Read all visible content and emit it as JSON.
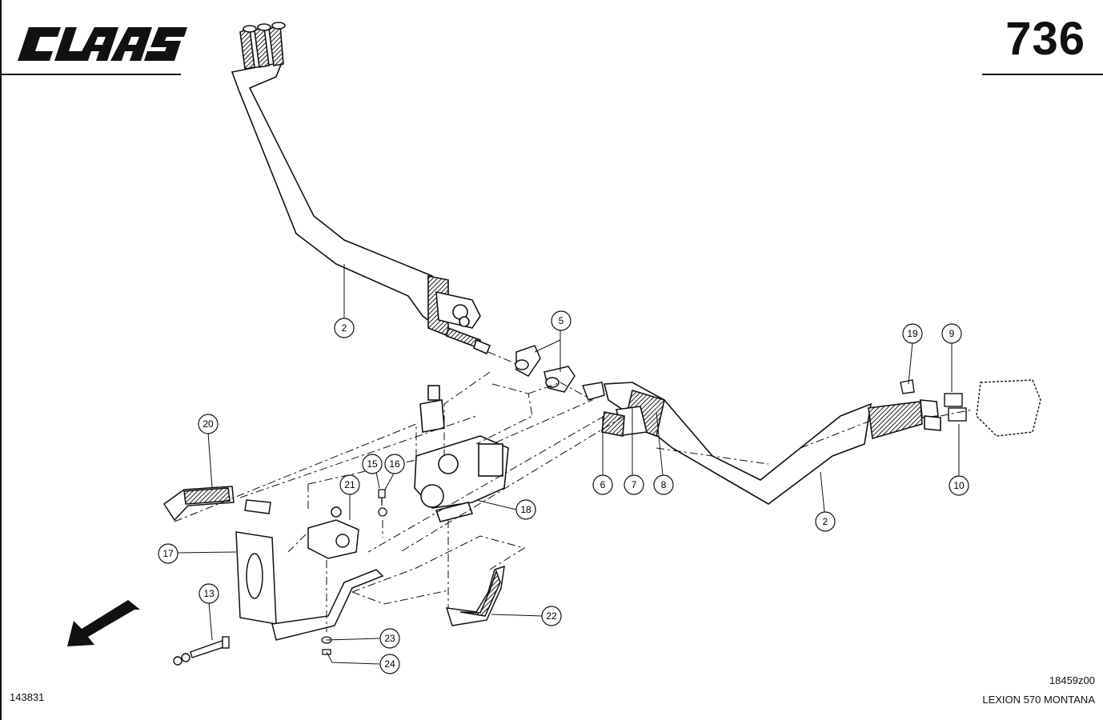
{
  "header": {
    "brand_logo_text": "CLAAS",
    "page_number": "736"
  },
  "footer": {
    "drawing_id": "143831",
    "part_code": "18459z00",
    "model": "LEXION 570 MONTANA"
  },
  "callouts": [
    {
      "id": "callout-2a",
      "label": "2"
    },
    {
      "id": "callout-2b",
      "label": "2"
    },
    {
      "id": "callout-5",
      "label": "5"
    },
    {
      "id": "callout-6",
      "label": "6"
    },
    {
      "id": "callout-7",
      "label": "7"
    },
    {
      "id": "callout-8",
      "label": "8"
    },
    {
      "id": "callout-9",
      "label": "9"
    },
    {
      "id": "callout-10",
      "label": "10"
    },
    {
      "id": "callout-13",
      "label": "13"
    },
    {
      "id": "callout-15",
      "label": "15"
    },
    {
      "id": "callout-16",
      "label": "16"
    },
    {
      "id": "callout-17",
      "label": "17"
    },
    {
      "id": "callout-18",
      "label": "18"
    },
    {
      "id": "callout-19",
      "label": "19"
    },
    {
      "id": "callout-20",
      "label": "20"
    },
    {
      "id": "callout-21",
      "label": "21"
    },
    {
      "id": "callout-22",
      "label": "22"
    },
    {
      "id": "callout-23",
      "label": "23"
    },
    {
      "id": "callout-24",
      "label": "24"
    }
  ]
}
